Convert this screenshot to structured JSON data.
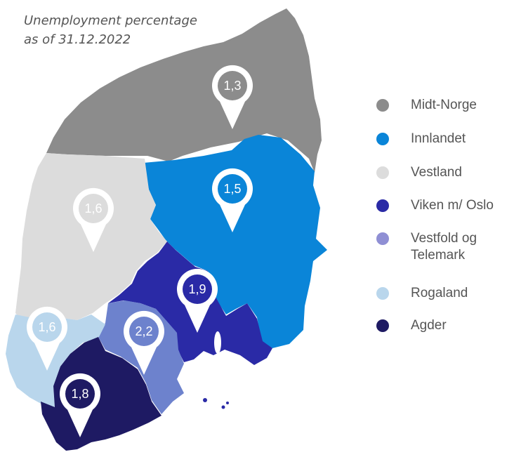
{
  "title": {
    "line1": "Unemployment percentage",
    "line2": "as of 31.12.2022"
  },
  "regions": [
    {
      "key": "midt_norge",
      "name": "Midt-Norge",
      "value": "1,3",
      "color": "#8c8c8c"
    },
    {
      "key": "innlandet",
      "name": "Innlandet",
      "value": "1,5",
      "color": "#0a85d8"
    },
    {
      "key": "vestland",
      "name": "Vestland",
      "value": "1,6",
      "color": "#dcdcdc"
    },
    {
      "key": "viken",
      "name": "Viken m/ Oslo",
      "value": "1,9",
      "color": "#2a2aa6"
    },
    {
      "key": "vestfold",
      "name": "Vestfold og Telemark",
      "value": "2,2",
      "color": "#6d82cd"
    },
    {
      "key": "rogaland",
      "name": "Rogaland",
      "value": "1,6",
      "color": "#b9d6ec"
    },
    {
      "key": "agder",
      "name": "Agder",
      "value": "1,8",
      "color": "#1e1a63"
    }
  ],
  "legend": [
    {
      "label": "Midt-Norge",
      "color": "#8c8c8c"
    },
    {
      "label": "Innlandet",
      "color": "#0a85d8"
    },
    {
      "label": "Vestland",
      "color": "#dcdcdc"
    },
    {
      "label": "Viken m/ Oslo",
      "color": "#2a2aa6"
    },
    {
      "label": "Vestfold og Telemark",
      "color": "#8f8fd4"
    },
    {
      "label": "Rogaland",
      "color": "#b9d6ec"
    },
    {
      "label": "Agder",
      "color": "#1e1a63"
    }
  ]
}
